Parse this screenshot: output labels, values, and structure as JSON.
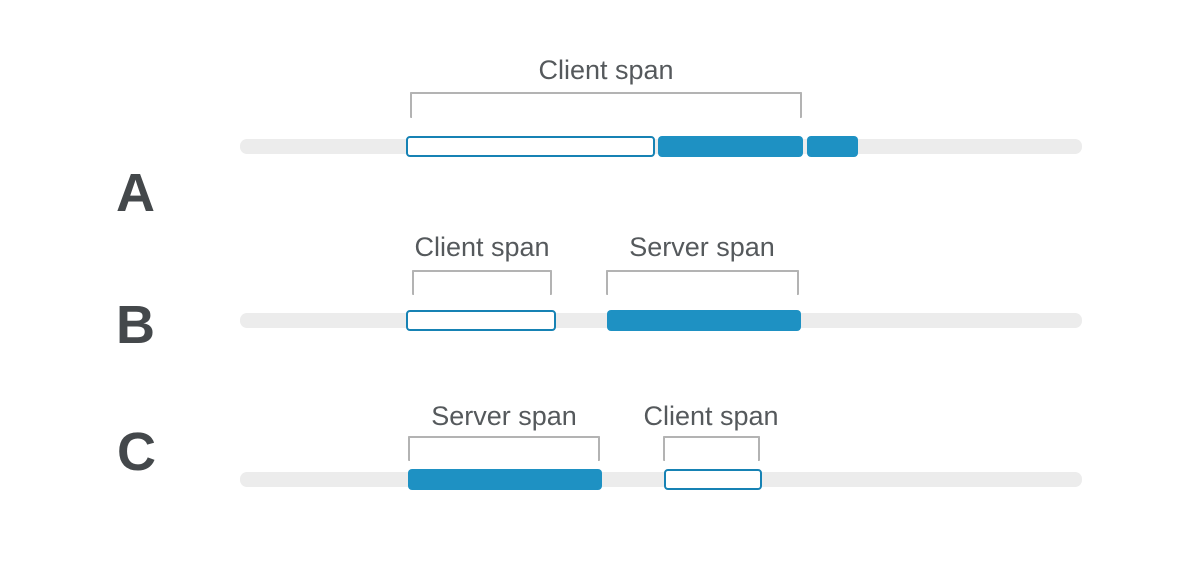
{
  "colors": {
    "background": "#ffffff",
    "track": "#ececec",
    "span_fill_blue": "#1e91c3",
    "span_outline_blue": "#1682b4",
    "bracket_gray": "#b3b3b3",
    "annotation_text": "#55595c",
    "row_letter_text": "#44484b"
  },
  "rows": [
    {
      "letter": "A",
      "letter_css": "left:116px;top:166px;",
      "track_css": "top:139px;",
      "annotations": [
        {
          "label": "Client span",
          "label_css": "left:406px;top:54px;",
          "bracket_css": "left:410px;top:92px;width:392px;height:26px;"
        }
      ],
      "bars": [
        {
          "type": "outlined",
          "css": "left:406px;top:136px;width:249px;"
        },
        {
          "type": "filled",
          "css": "left:658px;top:136px;width:145px;"
        },
        {
          "type": "filled",
          "css": "left:807px;top:136px;width:51px;"
        }
      ]
    },
    {
      "letter": "B",
      "letter_css": "left:116px;top:298px;",
      "track_css": "top:313px;",
      "annotations": [
        {
          "label": "Client span",
          "label_css": "left:282px;top:231px;",
          "bracket_css": "left:412px;top:270px;width:140px;height:25px;"
        },
        {
          "label": "Server span",
          "label_css": "left:502px;top:231px;",
          "bracket_css": "left:606px;top:270px;width:193px;height:25px;"
        }
      ],
      "bars": [
        {
          "type": "outlined",
          "css": "left:406px;top:310px;width:150px;"
        },
        {
          "type": "filled",
          "css": "left:607px;top:310px;width:194px;"
        }
      ]
    },
    {
      "letter": "C",
      "letter_css": "left:117px;top:425px;",
      "track_css": "top:472px;",
      "annotations": [
        {
          "label": "Server span",
          "label_css": "left:304px;top:400px;",
          "bracket_css": "left:408px;top:436px;width:192px;height:25px;"
        },
        {
          "label": "Client span",
          "label_css": "left:511px;top:400px;",
          "bracket_css": "left:663px;top:436px;width:97px;height:25px;"
        }
      ],
      "bars": [
        {
          "type": "filled",
          "css": "left:408px;top:469px;width:194px;"
        },
        {
          "type": "outlined",
          "css": "left:664px;top:469px;width:98px;"
        }
      ]
    }
  ]
}
